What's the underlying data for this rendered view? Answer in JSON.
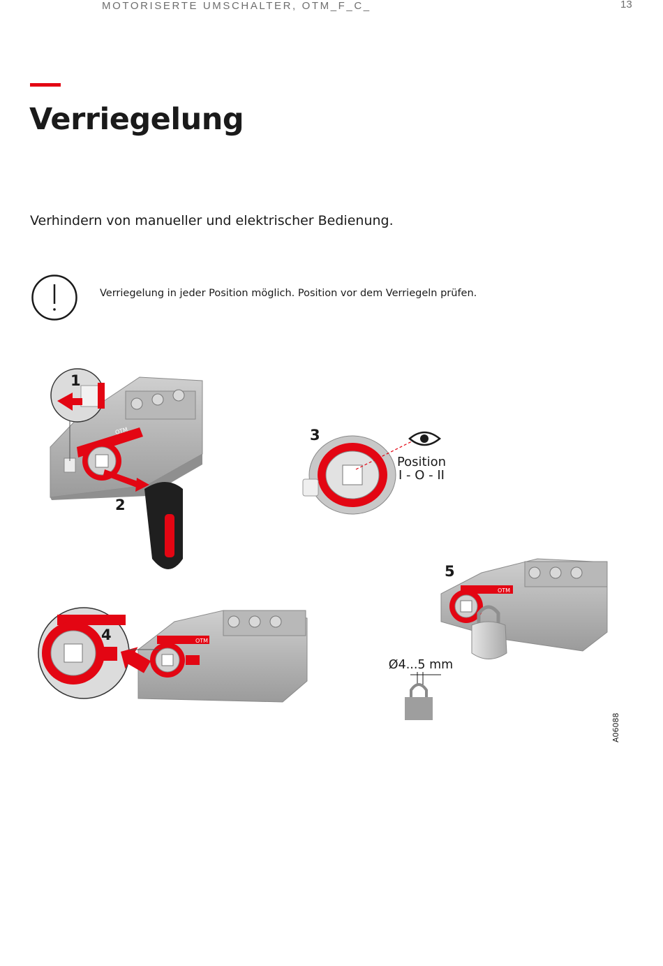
{
  "header": {
    "title": "MOTORISERTE UMSCHALTER, OTM_F_C_",
    "page_number": "13"
  },
  "accent_color": "#e30613",
  "page_title": "Verriegelung",
  "intro": "Verhindern von manueller und elektrischer Bedienung.",
  "notice": {
    "icon": "exclamation-circle-icon",
    "text": "Verriegelung in jeder Position möglich. Position vor dem Verriegeln prüfen."
  },
  "illustration": {
    "steps": [
      "1",
      "2",
      "3",
      "4",
      "5"
    ],
    "device_label": "OTM",
    "position_title": "Position",
    "position_values": "I - O - II",
    "padlock_size": "Ø4...5 mm",
    "figure_code": "A06088"
  }
}
